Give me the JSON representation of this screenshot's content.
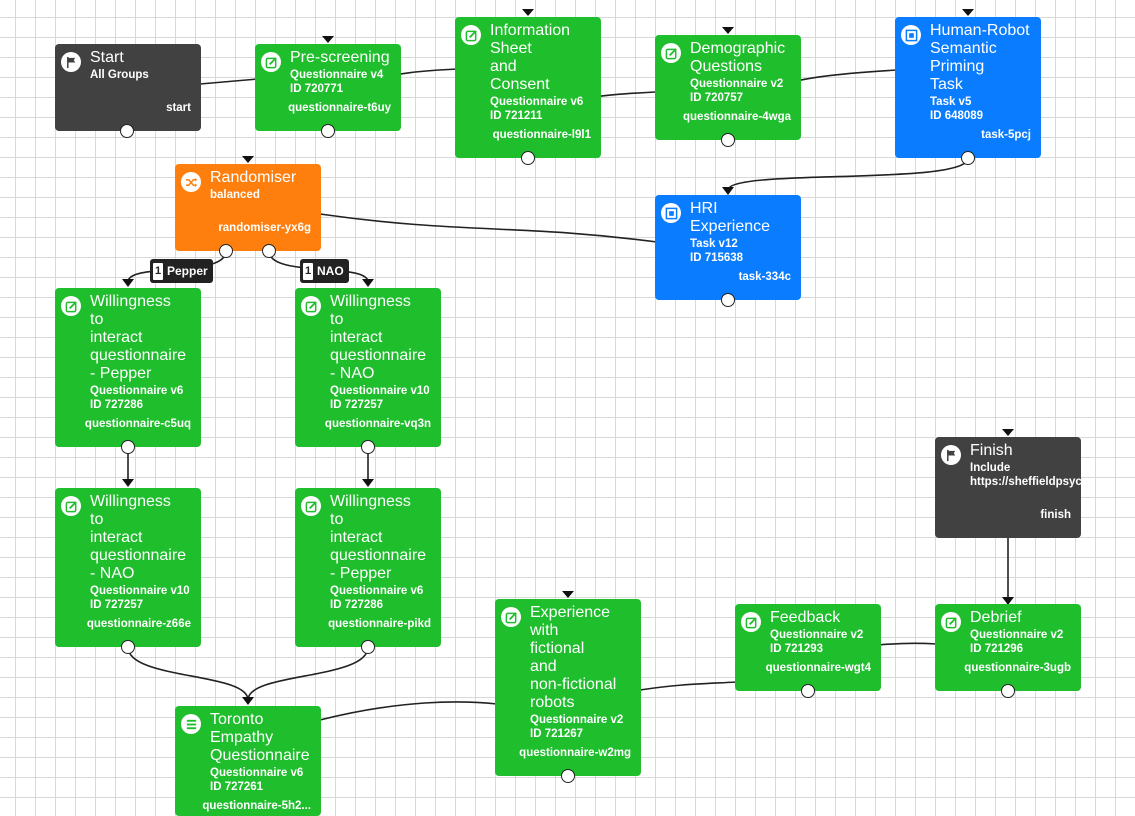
{
  "nodes": {
    "start": {
      "title": "Start",
      "lines": [
        "All Groups"
      ],
      "key": "start"
    },
    "prescreen": {
      "title": "Pre-screening",
      "lines": [
        "Questionnaire v4",
        "ID 720771"
      ],
      "key": "questionnaire-t6uy"
    },
    "infosheet": {
      "title": "Information\nSheet\nand\nConsent",
      "lines": [
        "Questionnaire v6",
        "ID 721211"
      ],
      "key": "questionnaire-l9l1"
    },
    "demographic": {
      "title": "Demographic\nQuestions",
      "lines": [
        "Questionnaire v2",
        "ID 720757"
      ],
      "key": "questionnaire-4wga"
    },
    "hrsp": {
      "title": "Human-Robot\nSemantic\nPriming\nTask",
      "lines": [
        "Task v5",
        "ID 648089"
      ],
      "key": "task-5pcj"
    },
    "randomiser": {
      "title": "Randomiser",
      "lines": [
        "balanced"
      ],
      "key": "randomiser-yx6g"
    },
    "hri": {
      "title": "HRI\nExperience",
      "lines": [
        "Task v12",
        "ID 715638"
      ],
      "key": "task-334c"
    },
    "wtiPepper1": {
      "title": "Willingness\nto\ninteract\nquestionnaire\n- Pepper",
      "lines": [
        "Questionnaire v6",
        "ID 727286"
      ],
      "key": "questionnaire-c5uq"
    },
    "wtiNao1": {
      "title": "Willingness\nto\ninteract\nquestionnaire\n- NAO",
      "lines": [
        "Questionnaire v10",
        "ID 727257"
      ],
      "key": "questionnaire-vq3n"
    },
    "wtiNao2": {
      "title": "Willingness\nto\ninteract\nquestionnaire\n- NAO",
      "lines": [
        "Questionnaire v10",
        "ID 727257"
      ],
      "key": "questionnaire-z66e"
    },
    "wtiPepper2": {
      "title": "Willingness\nto\ninteract\nquestionnaire\n- Pepper",
      "lines": [
        "Questionnaire v6",
        "ID 727286"
      ],
      "key": "questionnaire-pikd"
    },
    "finish": {
      "title": "Finish",
      "lines": [
        "Include",
        "https://sheffieldpsych..."
      ],
      "key": "finish"
    },
    "experience": {
      "title": "Experience\nwith\nfictional\nand\nnon-fictional\nrobots",
      "lines": [
        "Questionnaire v2",
        "ID 721267"
      ],
      "key": "questionnaire-w2mg"
    },
    "feedback": {
      "title": "Feedback",
      "lines": [
        "Questionnaire v2",
        "ID 721293"
      ],
      "key": "questionnaire-wgt4"
    },
    "debrief": {
      "title": "Debrief",
      "lines": [
        "Questionnaire v2",
        "ID 721296"
      ],
      "key": "questionnaire-3ugb"
    },
    "toronto": {
      "title": "Toronto\nEmpathy\nQuestionnaire",
      "lines": [
        "Questionnaire v6",
        "ID 727261"
      ],
      "key": "questionnaire-5h2..."
    }
  },
  "branches": {
    "pepper": {
      "num": "1",
      "label": "Pepper"
    },
    "nao": {
      "num": "1",
      "label": "NAO"
    }
  },
  "colors": {
    "questionnaire": "#1fbe2c",
    "task": "#0a7cff",
    "randomiser": "#ff7f0e",
    "control": "#414141"
  },
  "icons": {
    "start": "flag-icon",
    "finish": "flag-icon",
    "questionnaire": "edit-icon",
    "task": "task-icon",
    "randomiser": "shuffle-icon",
    "toronto": "list-icon"
  }
}
